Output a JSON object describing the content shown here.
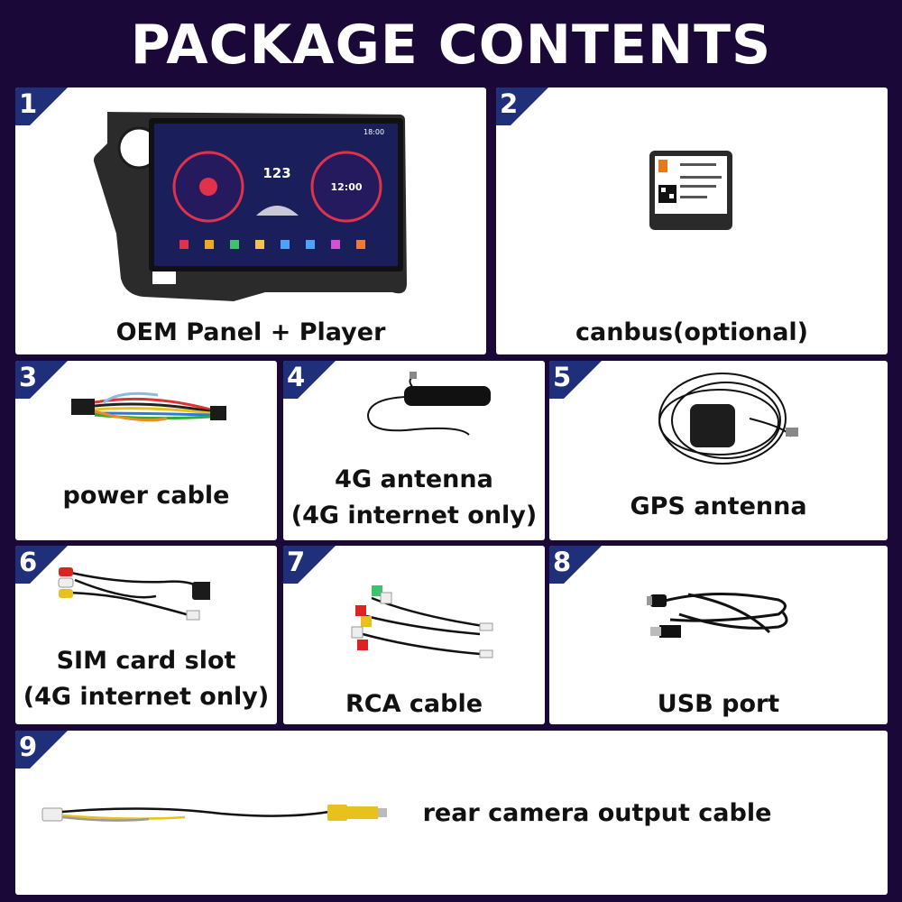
{
  "title": "PACKAGE CONTENTS",
  "colors": {
    "background": "#1a0838",
    "badge": "#1f2f7a",
    "card": "#ffffff",
    "text": "#111111"
  },
  "items": [
    {
      "number": "1",
      "lines": [
        "OEM Panel + Player"
      ],
      "icon": "head-unit-icon",
      "screen": {
        "clock": "18:00",
        "speed": "123",
        "time": "12:00"
      }
    },
    {
      "number": "2",
      "lines": [
        "canbus(optional)"
      ],
      "icon": "canbus-box-icon"
    },
    {
      "number": "3",
      "lines": [
        "power cable"
      ],
      "icon": "power-cable-icon"
    },
    {
      "number": "4",
      "lines": [
        "4G antenna",
        "(4G internet only)"
      ],
      "icon": "4g-antenna-icon"
    },
    {
      "number": "5",
      "lines": [
        "GPS antenna"
      ],
      "icon": "gps-antenna-icon"
    },
    {
      "number": "6",
      "lines": [
        "SIM card slot",
        "(4G internet only)"
      ],
      "icon": "sim-cable-icon"
    },
    {
      "number": "7",
      "lines": [
        "RCA cable"
      ],
      "icon": "rca-cable-icon"
    },
    {
      "number": "8",
      "lines": [
        "USB port"
      ],
      "icon": "usb-cable-icon"
    },
    {
      "number": "9",
      "lines": [
        "rear camera output cable"
      ],
      "icon": "camera-cable-icon"
    }
  ]
}
